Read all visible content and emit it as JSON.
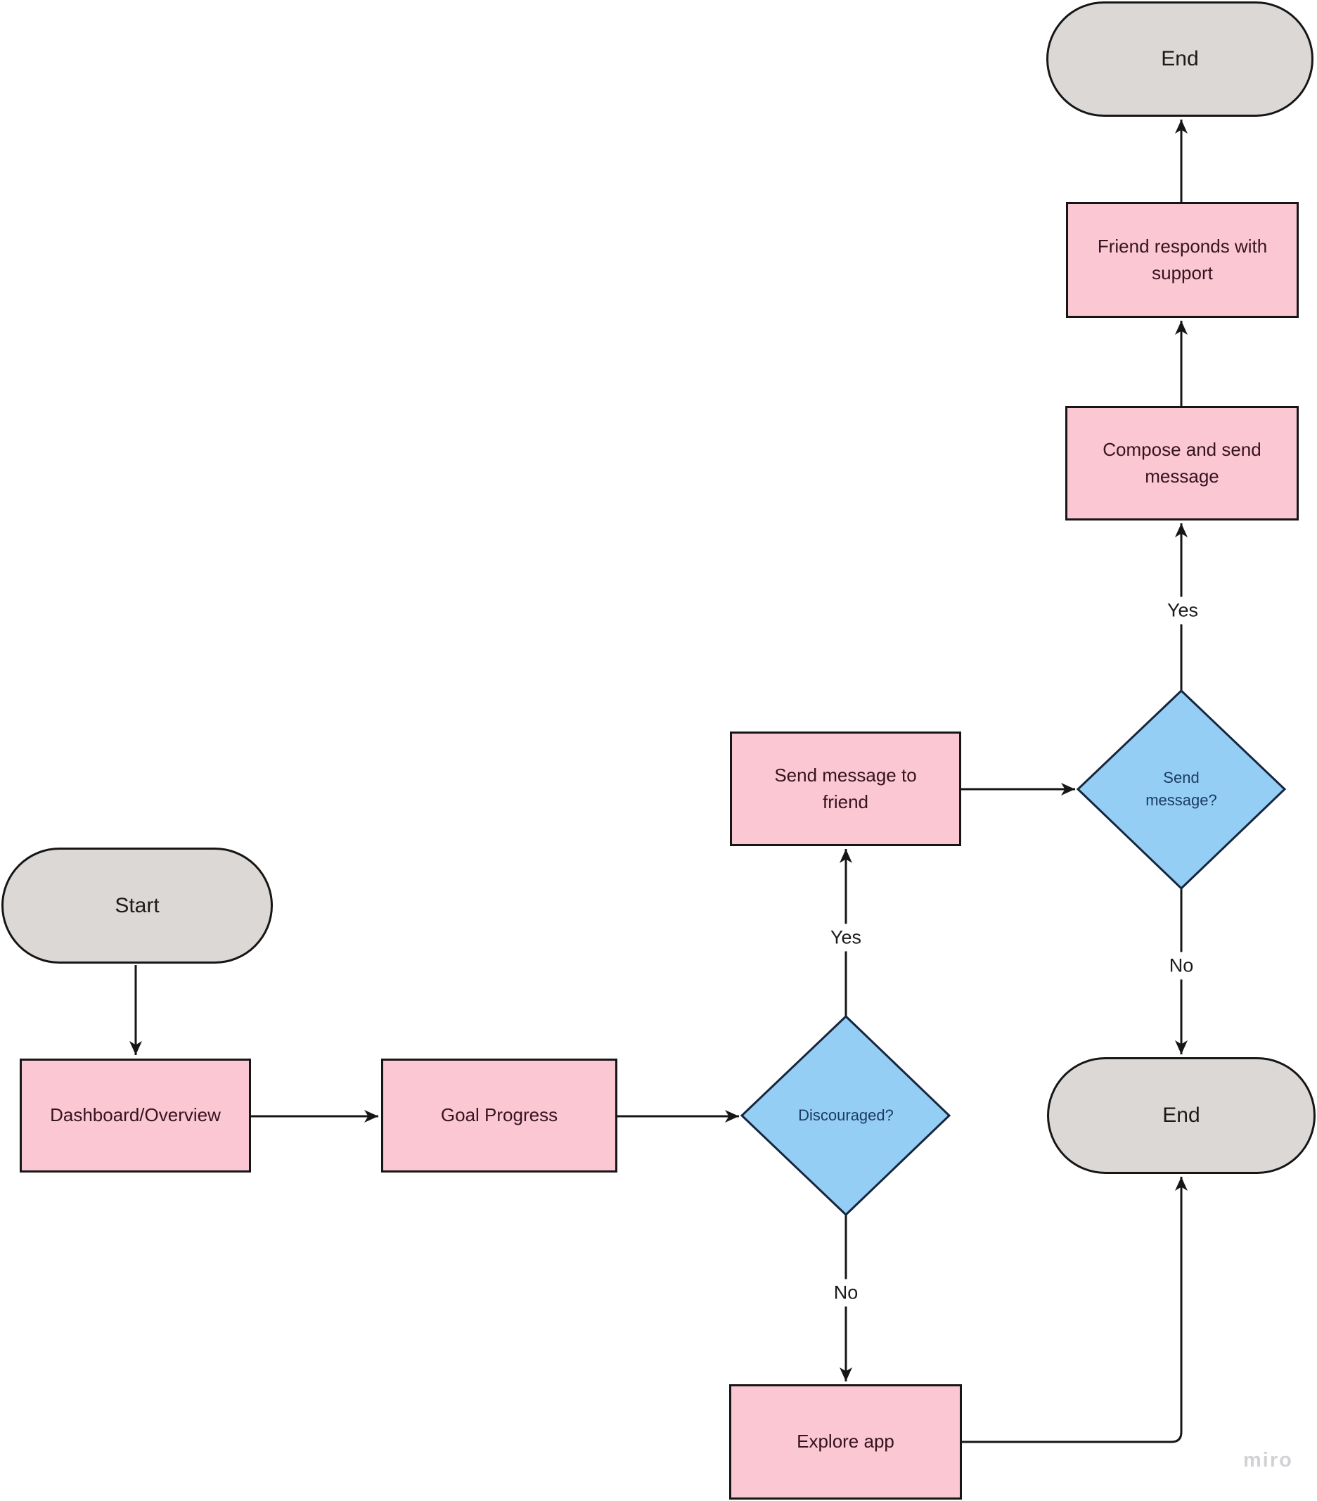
{
  "board": {
    "watermark": "miro"
  },
  "colors": {
    "process_fill": "#FBC7D3",
    "process_text": "#35131F",
    "terminator_fill": "#DCD8D6",
    "terminator_text": "#1B1B1B",
    "decision_fill": "#95CEF5",
    "decision_stroke": "#16263E",
    "decision_text": "#1D3A5F",
    "line": "#161616",
    "watermark": "#D2D2D6"
  },
  "nodes": {
    "start": {
      "label": "Start"
    },
    "dashboard": {
      "label": "Dashboard/Overview"
    },
    "goal_progress": {
      "label": "Goal Progress"
    },
    "discouraged": {
      "label": "Discouraged?"
    },
    "send_message_to_friend": {
      "label": "Send message to friend"
    },
    "send_message": {
      "label": "Send message?"
    },
    "compose": {
      "label": "Compose and send message"
    },
    "friend_responds": {
      "label": "Friend responds with support"
    },
    "explore": {
      "label": "Explore app"
    },
    "end_top": {
      "label": "End"
    },
    "end_bottom": {
      "label": "End"
    }
  },
  "edge_labels": {
    "discouraged_yes": "Yes",
    "discouraged_no": "No",
    "send_yes": "Yes",
    "send_no": "No"
  }
}
